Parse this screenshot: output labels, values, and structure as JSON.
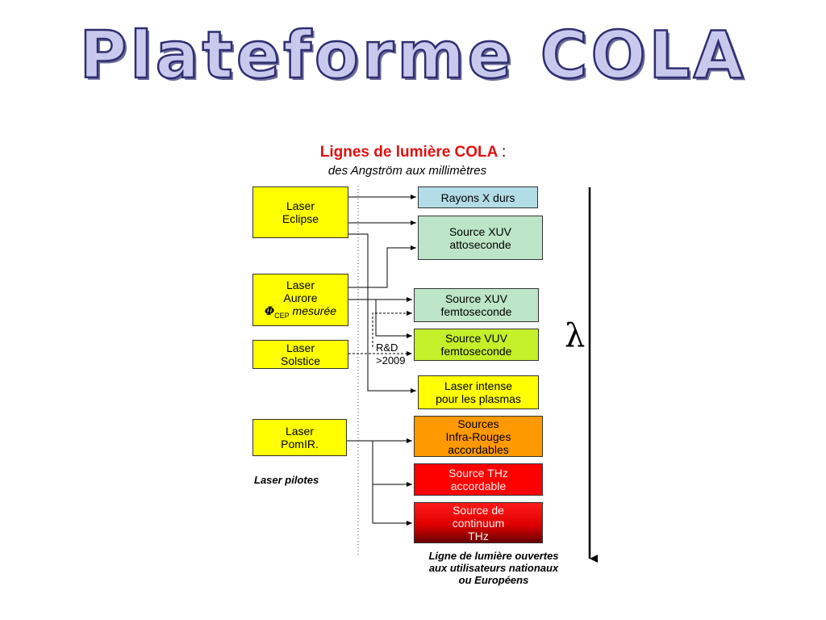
{
  "title": "Plateforme COLA",
  "diagram": {
    "heading": "Lignes de lumière COLA",
    "heading_colon": ":",
    "subheading": "des Angström aux millimètres",
    "sources": [
      {
        "line1": "Laser",
        "line2": "Eclipse"
      },
      {
        "line1": "Laser",
        "line2": "Aurore",
        "line3_symbol": "Φ",
        "line3_sub": "CEP",
        "line3_text": " mesurée"
      },
      {
        "line1": "Laser",
        "line2": "Solstice"
      },
      {
        "line1": "Laser",
        "line2": "PomIR."
      }
    ],
    "targets": [
      {
        "lines": [
          "Rayons X durs"
        ]
      },
      {
        "lines": [
          "Source XUV",
          "attoseconde"
        ]
      },
      {
        "lines": [
          "Source XUV",
          "femtoseconde"
        ]
      },
      {
        "lines": [
          "Source VUV",
          "femtoseconde"
        ]
      },
      {
        "lines": [
          "Laser intense",
          "pour les plasmas"
        ]
      },
      {
        "lines": [
          "Sources",
          "Infra-Rouges",
          "accordables"
        ]
      },
      {
        "lines": [
          "Source THz",
          "accordable"
        ]
      },
      {
        "lines": [
          "Source de",
          "continuum",
          "THz"
        ]
      }
    ],
    "rd_label": "R&D",
    "rd_year": ">2009",
    "left_caption": "Laser pilotes",
    "bottom_caption": [
      "Ligne de lumière ouvertes",
      "aux utilisateurs nationaux",
      "ou Européens"
    ],
    "lambda_symbol": "λ"
  }
}
